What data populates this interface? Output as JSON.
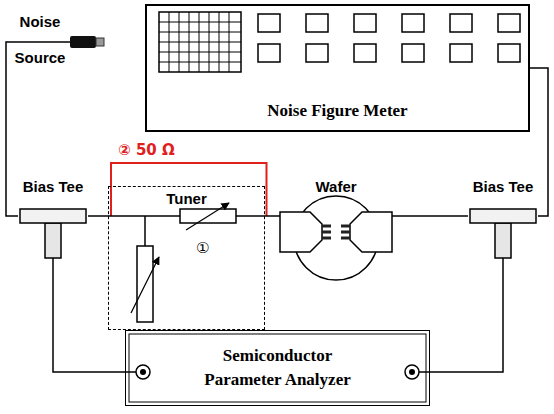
{
  "diagram": {
    "nodes": [
      {
        "text": [
          "Noise Source"
        ]
      },
      {
        "text": [
          "Noise Figure Meter"
        ]
      },
      {
        "text": [
          "Bias Tee"
        ]
      },
      {
        "text": [
          "Tuner"
        ]
      },
      {
        "text": [
          "Wafer"
        ]
      },
      {
        "text": [
          "Bias Tee"
        ]
      },
      {
        "text": [
          "Semiconductor Parameter Analyzer"
        ]
      }
    ],
    "edges": [
      {
        "from": 0,
        "to": 2,
        "arrow": "none"
      },
      {
        "from": 1,
        "to": 5,
        "arrow": "none"
      },
      {
        "from": 2,
        "to": 3,
        "arrow": "none"
      },
      {
        "from": 3,
        "to": 4,
        "arrow": "none"
      },
      {
        "from": 4,
        "to": 5,
        "arrow": "none"
      },
      {
        "from": 2,
        "to": 6,
        "arrow": "none"
      },
      {
        "from": 5,
        "to": 6,
        "arrow": "none"
      }
    ],
    "labels": [
      "② 50 Ω",
      "①"
    ]
  }
}
